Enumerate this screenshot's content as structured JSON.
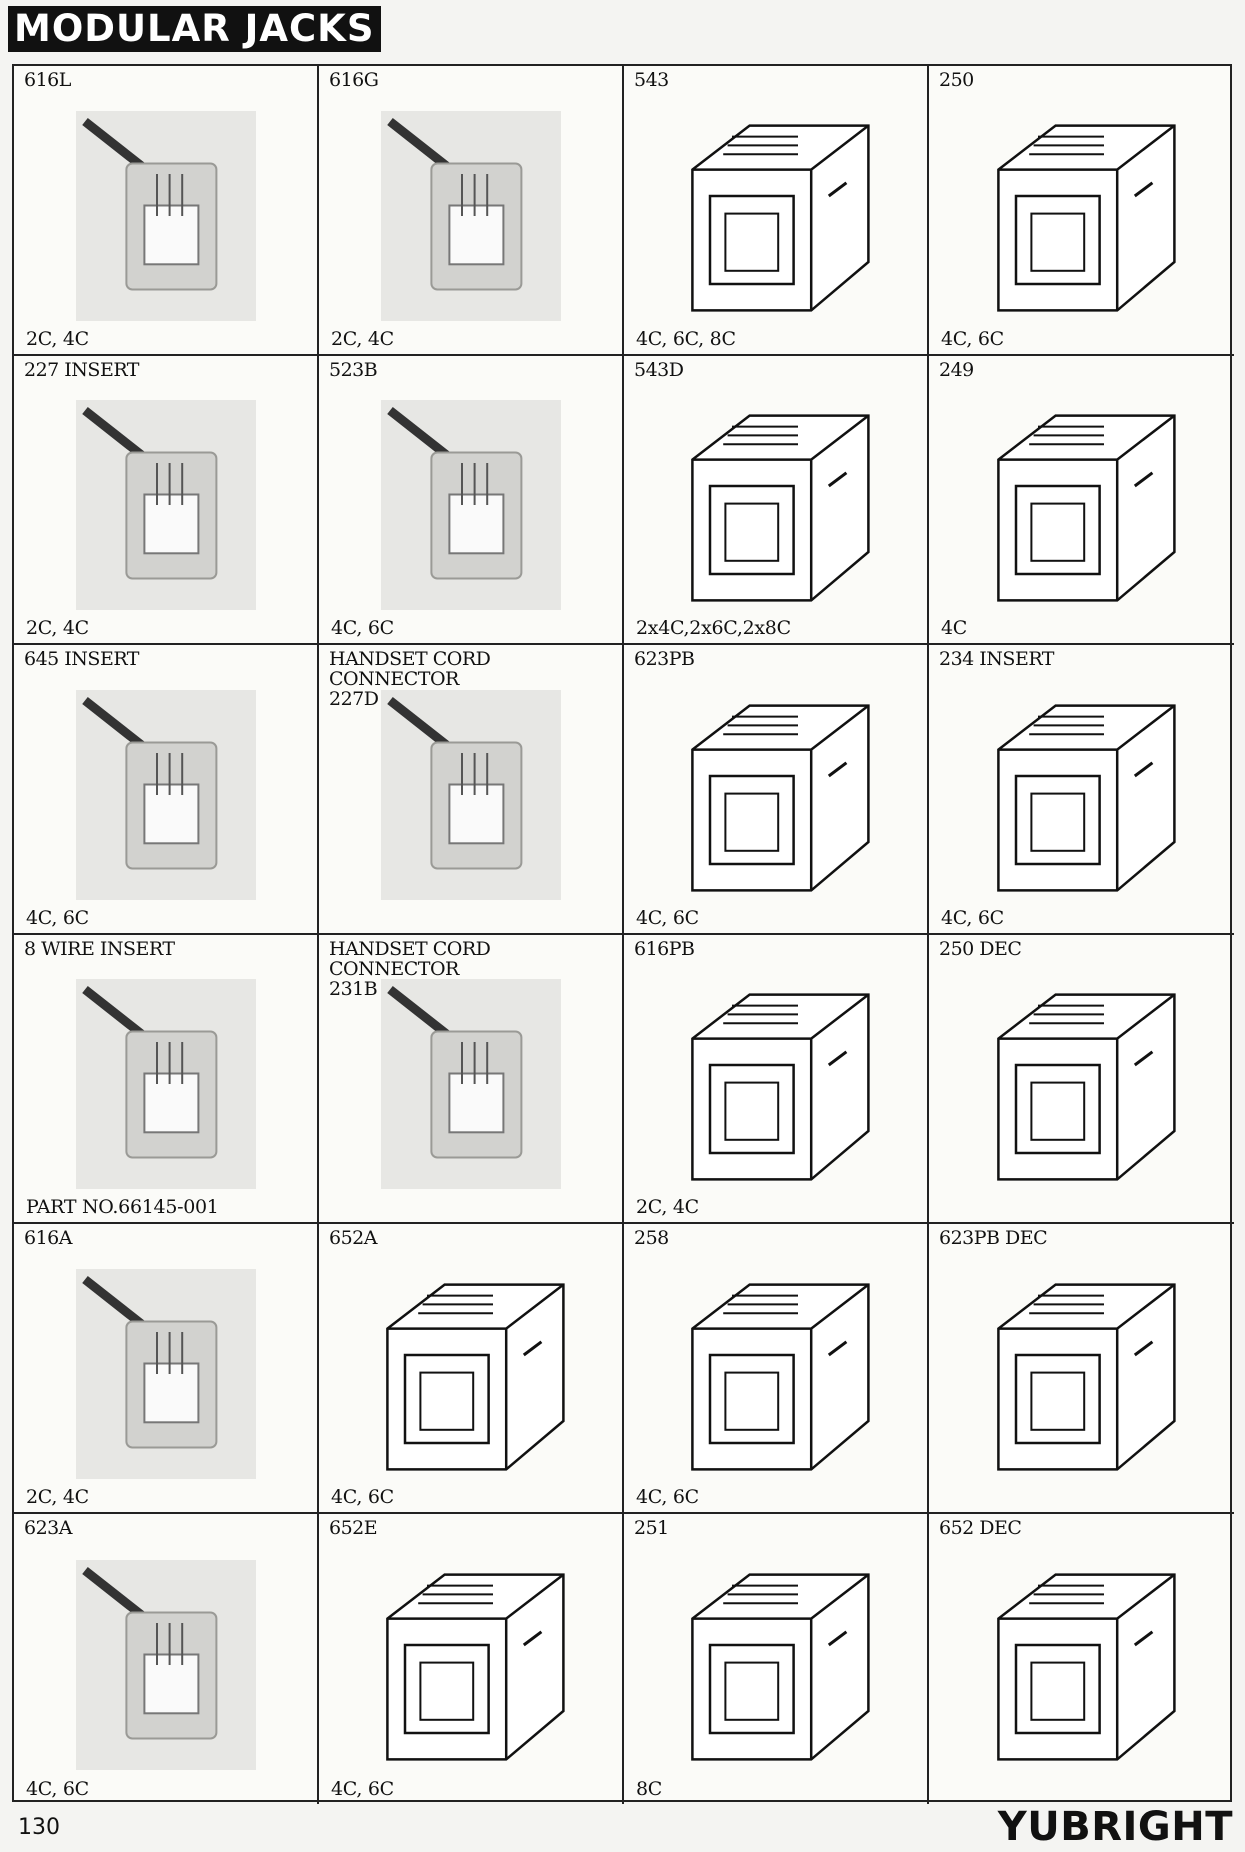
{
  "header": {
    "title": "MODULAR JACKS"
  },
  "footer": {
    "page_number": "130",
    "brand": "YUBRIGHT"
  },
  "catalog": {
    "cells": [
      {
        "part": "616L",
        "variant": "2C, 4C",
        "style": "photo"
      },
      {
        "part": "616G",
        "variant": "2C, 4C",
        "style": "photo"
      },
      {
        "part": "543",
        "variant": "4C, 6C, 8C",
        "style": "drawing"
      },
      {
        "part": "250",
        "variant": "4C, 6C",
        "style": "drawing"
      },
      {
        "part": "227 INSERT",
        "variant": "2C, 4C",
        "style": "photo"
      },
      {
        "part": "523B",
        "variant": "4C, 6C",
        "style": "photo"
      },
      {
        "part": "543D",
        "variant": "2x4C,2x6C,2x8C",
        "style": "drawing"
      },
      {
        "part": "249",
        "variant": "4C",
        "style": "drawing"
      },
      {
        "part": "645 INSERT",
        "variant": "4C, 6C",
        "style": "photo"
      },
      {
        "part": "HANDSET CORD CONNECTOR\n227D",
        "variant": "",
        "style": "photo"
      },
      {
        "part": "623PB",
        "variant": "4C, 6C",
        "style": "drawing"
      },
      {
        "part": "234 INSERT",
        "variant": "4C, 6C",
        "style": "drawing"
      },
      {
        "part": "8 WIRE INSERT",
        "variant": "PART NO.66145-001",
        "style": "photo"
      },
      {
        "part": "HANDSET CORD CONNECTOR\n231B",
        "variant": "",
        "style": "photo"
      },
      {
        "part": "616PB",
        "variant": "2C, 4C",
        "style": "drawing"
      },
      {
        "part": "250 DEC",
        "variant": "",
        "style": "drawing"
      },
      {
        "part": "616A",
        "variant": "2C, 4C",
        "style": "photo"
      },
      {
        "part": "652A",
        "variant": "4C, 6C",
        "style": "drawing"
      },
      {
        "part": "258",
        "variant": "4C, 6C",
        "style": "drawing"
      },
      {
        "part": "623PB DEC",
        "variant": "",
        "style": "drawing"
      },
      {
        "part": "623A",
        "variant": "4C, 6C",
        "style": "photo"
      },
      {
        "part": "652E",
        "variant": "4C, 6C",
        "style": "drawing"
      },
      {
        "part": "251",
        "variant": "8C",
        "style": "drawing"
      },
      {
        "part": "652 DEC",
        "variant": "",
        "style": "drawing"
      }
    ]
  }
}
